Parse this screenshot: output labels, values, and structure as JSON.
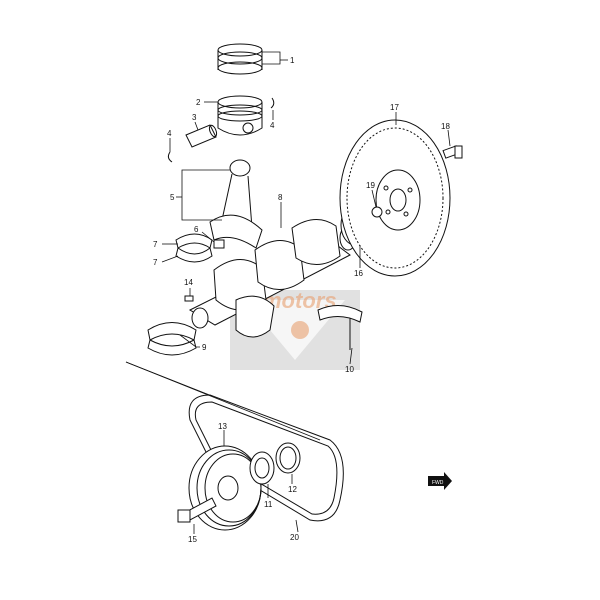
{
  "diagram": {
    "callouts": [
      "1",
      "2",
      "3",
      "4",
      "4",
      "5",
      "6",
      "7",
      "7",
      "8",
      "9",
      "10",
      "11",
      "12",
      "13",
      "14",
      "15",
      "16",
      "17",
      "18",
      "19",
      "20"
    ]
  },
  "watermark": {
    "text": "motors",
    "color": "#e8a070"
  },
  "orientation_badge": {
    "text": "FWD"
  }
}
